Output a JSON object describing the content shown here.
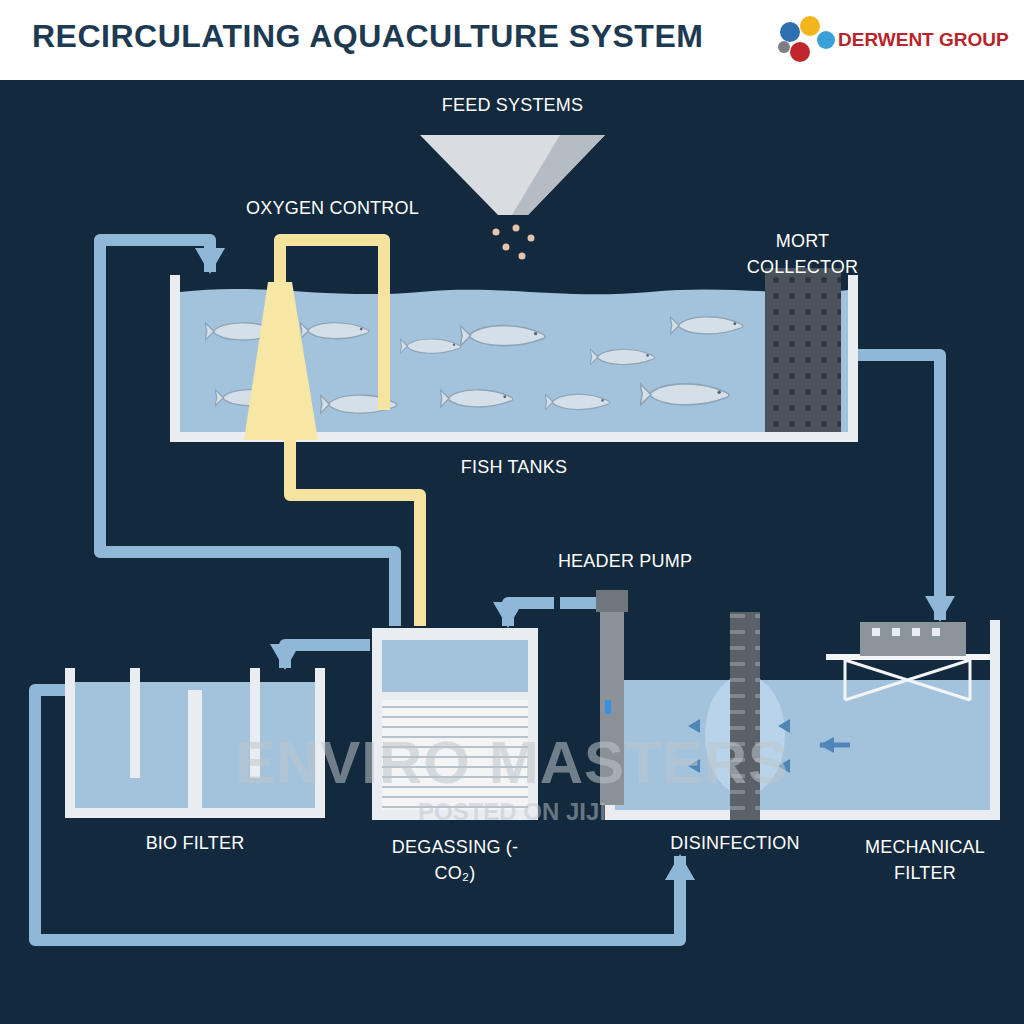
{
  "diagram": {
    "title": "RECIRCULATING AQUACULTURE SYSTEM",
    "nodes": [
      {
        "text": [
          "FEED SYSTEMS"
        ]
      },
      {
        "text": [
          "OXYGEN CONTROL"
        ]
      },
      {
        "text": [
          "FISH TANKS"
        ]
      },
      {
        "text": [
          "MORT COLLECTOR"
        ],
        "in": 2
      },
      {
        "text": [
          "HEADER PUMP"
        ]
      },
      {
        "text": [
          "BIO FILTER"
        ]
      },
      {
        "text": [
          "DEGASSING (-CO₂)"
        ]
      },
      {
        "text": [
          "DISINFECTION"
        ]
      },
      {
        "text": [
          "MECHANICAL FILTER"
        ]
      }
    ],
    "edges": [
      {
        "from": 2,
        "to": 8,
        "arrow": "to"
      },
      {
        "from": 8,
        "to": 7,
        "arrow": "to"
      },
      {
        "from": 4,
        "to": 6,
        "arrow": "to"
      },
      {
        "from": 6,
        "to": 5,
        "arrow": "to"
      },
      {
        "from": 5,
        "to": 7,
        "arrow": "to"
      },
      {
        "from": 6,
        "to": 2,
        "arrow": "to"
      },
      {
        "from": 6,
        "to": 1,
        "arrow": "none"
      }
    ],
    "labels": [
      "DERWENT GROUP",
      "ENVIRO MASTERS",
      "POSTED ON JIJI"
    ]
  }
}
